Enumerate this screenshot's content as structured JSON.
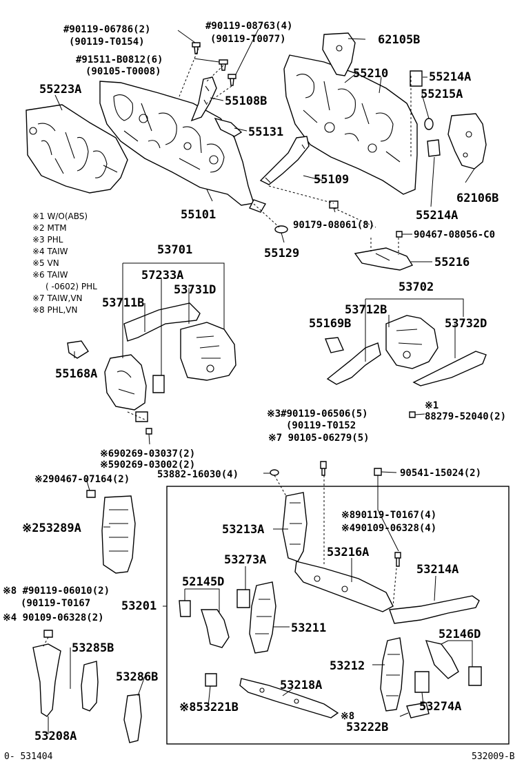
{
  "labels": {
    "l_90119_06786": "#90119-06786(2)",
    "l_90119_T0154": "(90119-T0154)",
    "l_90119_08763": "#90119-08763(4)",
    "l_90119_T0077": "(90119-T0077)",
    "l_91511": "#91511-B0812(6)",
    "l_90105_T0008": "(90105-T0008)",
    "l_62105B": "62105B",
    "l_55210": "55210",
    "l_55214A_top": "55214A",
    "l_55215A": "55215A",
    "l_55223A": "55223A",
    "l_55108B": "55108B",
    "l_55131": "55131",
    "l_62106B": "62106B",
    "l_55109": "55109",
    "l_55214A_bot": "55214A",
    "l_55101": "55101",
    "l_90179": "90179-08061(8)",
    "l_90467_08056": "90467-08056-C0",
    "l_55129": "55129",
    "l_55216": "55216",
    "l_53701": "53701",
    "l_57233A": "57233A",
    "l_53731D": "53731D",
    "l_53711B": "53711B",
    "l_53702": "53702",
    "l_53712B": "53712B",
    "l_55169B": "55169B",
    "l_53732D": "53732D",
    "l_55168A": "55168A",
    "l_90119_06506": "※3#90119-06506(5)",
    "l_90119_T0152": "(90119-T0152",
    "l_90105_06279": "※7 90105-06279(5)",
    "l_88279": "88279-52040(2)",
    "l_note1_mark": "※1",
    "l_90269_03037": "※690269-03037(2)",
    "l_90269_03002": "※590269-03002(2)",
    "l_53882": "53882-16030(4)",
    "l_90467_07164": "※290467-07164(2)",
    "l_90541": "90541-15024(2)",
    "l_53213A": "53213A",
    "l_90119_T0167_4": "※890119-T0167(4)",
    "l_90109_06328_4": "※490109-06328(4)",
    "l_53289A": "※253289A",
    "l_53216A": "53216A",
    "l_53273A": "53273A",
    "l_53214A": "53214A",
    "l_52145D": "52145D",
    "l_90119_06010": "※8 #90119-06010(2)",
    "l_90119_T0167b": "(90119-T0167",
    "l_53201": "53201",
    "l_90109_06328_2": "※4 90109-06328(2)",
    "l_53211": "53211",
    "l_52146D": "52146D",
    "l_53285B": "53285B",
    "l_53212": "53212",
    "l_53286B": "53286B",
    "l_53218A": "53218A",
    "l_53274A": "53274A",
    "l_53221B": "※853221B",
    "l_53222B_mark": "※8",
    "l_53222B": "53222B",
    "l_53208A": "53208A"
  },
  "notes": [
    "※1 W/O(ABS)",
    "※2 MTM",
    "※3 PHL",
    "※4 TAIW",
    "※5 VN",
    "※6 TAIW",
    "(    -0602) PHL",
    "※7 TAIW,VN",
    "※8 PHL,VN"
  ],
  "footer": {
    "left": "0- 531404",
    "right": "532009-B"
  }
}
